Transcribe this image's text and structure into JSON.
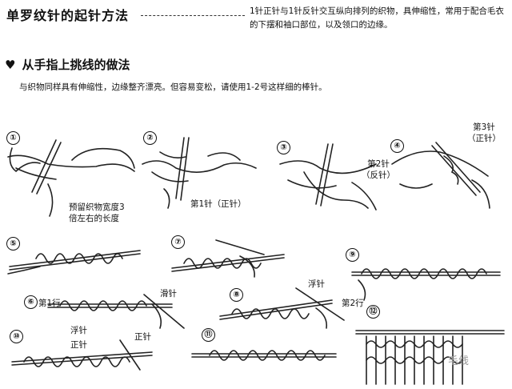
{
  "header": {
    "title": "单罗纹针的起针方法",
    "description": "1针正针与1针反针交互纵向排列的织物，具伸缩性，常用于配合毛衣的下摆和袖口部位，以及领口的边缘。"
  },
  "section": {
    "bullet": "♥",
    "title": "从手指上挑线的做法",
    "intro": "与织物同样具有伸缩性，边缘整齐漂亮。但容易变松，请使用1-2号这样细的棒针。"
  },
  "steps": [
    "①",
    "②",
    "③",
    "④",
    "⑤",
    "⑥",
    "⑦",
    "⑧",
    "⑨",
    "⑩",
    "⑪",
    "⑫"
  ],
  "labels": {
    "s1_note": "预留织物宽度3\n倍左右的长度",
    "s2_knit": "第1针（正针）",
    "s3_purl": "第2针\n（反针）",
    "s4_knit": "第3针\n（正针）",
    "s6_row": "第1行",
    "s6_slip": "滑针",
    "s8_float": "浮针",
    "s8_row": "第2行",
    "s10_float": "浮针",
    "s10_knit_a": "正针",
    "s10_knit_b": "正针"
  },
  "watermark": "毛线"
}
